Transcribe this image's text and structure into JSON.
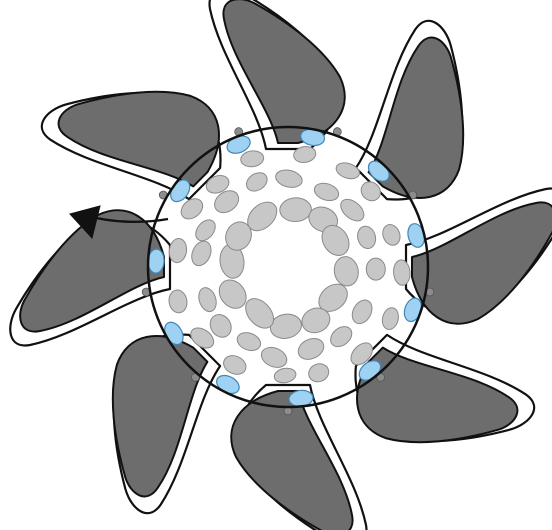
{
  "diagram": {
    "title": "",
    "petal_count": 8,
    "inner_grain_count": 44,
    "blue_marker_count": 11,
    "small_dot_count": 9,
    "colors": {
      "background": "#ffffff",
      "petal_fill": "#6d6d6d",
      "rim_fill": "#ffffff",
      "outline": "#111111",
      "grain_fill": "#c7c7c7",
      "grain_stroke": "#8a8a8a",
      "blue_fill": "#9fd2f2",
      "blue_stroke": "#3f86b7",
      "dot_fill": "#8c8c8c",
      "arrow": "#111111"
    },
    "arrow": {
      "present": true,
      "direction": "counter-clockwise"
    }
  }
}
